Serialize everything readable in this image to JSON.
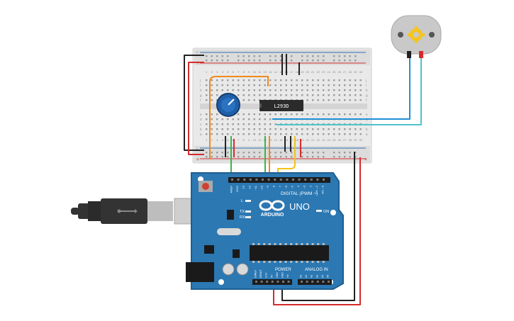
{
  "colors": {
    "board_blue": "#2b78b3",
    "board_dark": "#1f5f91",
    "breadboard": "#e8e8e8",
    "rail_red": "#d32f2f",
    "rail_blue": "#2f6fb5",
    "wire_red": "#d62b2b",
    "wire_black": "#222222",
    "wire_orange": "#f08a1c",
    "wire_green": "#3cb44b",
    "wire_yellow": "#f2c21a",
    "wire_blue": "#1e90d6",
    "wire_teal": "#4fc3c9",
    "motor_gray": "#c9c9c9",
    "gear_yellow": "#f4c51c",
    "pot_blue": "#1f5fa8",
    "chip_black": "#2b2b2b"
  },
  "breadboard": {
    "row_letters_top": [
      "j",
      "i",
      "h",
      "g",
      "f"
    ],
    "row_letters_bottom": [
      "e",
      "d",
      "c",
      "b",
      "a"
    ],
    "column_numbers": [
      "1",
      "2",
      "3",
      "4",
      "5",
      "6",
      "7",
      "8",
      "9",
      "10",
      "11",
      "12",
      "13",
      "14",
      "15",
      "16",
      "17",
      "18",
      "19",
      "20",
      "21",
      "22",
      "23",
      "24",
      "25",
      "26",
      "27",
      "28",
      "29",
      "30"
    ],
    "rail_plus": "+",
    "rail_minus": "-"
  },
  "driver_chip": {
    "label": "L293D",
    "icon": "ic-chip-icon"
  },
  "potentiometer": {
    "icon": "potentiometer-icon"
  },
  "motor": {
    "icon": "dc-motor-icon"
  },
  "arduino": {
    "logo_text": "ARDUINO",
    "model": "UNO",
    "digital_label": "DIGITAL (PWM ~)",
    "power_label": "POWER",
    "analog_label": "ANALOG IN",
    "on_label": "ON",
    "led_l": "L",
    "led_tx": "TX",
    "led_rx": "RX",
    "header_top_pins": [
      "AREF",
      "GND",
      "13",
      "12",
      "~11",
      "~10",
      "~9",
      "8",
      "7",
      "~6",
      "~5",
      "4",
      "~3",
      "2",
      "TX→1",
      "RX←0"
    ],
    "power_pins": [
      "IOREF",
      "RESET",
      "3.3V",
      "5V",
      "GND",
      "GND",
      "Vin"
    ],
    "analog_pins": [
      "A0",
      "A1",
      "A2",
      "A3",
      "A4",
      "A5"
    ]
  },
  "usb": {
    "icon": "usb-plug-icon"
  }
}
